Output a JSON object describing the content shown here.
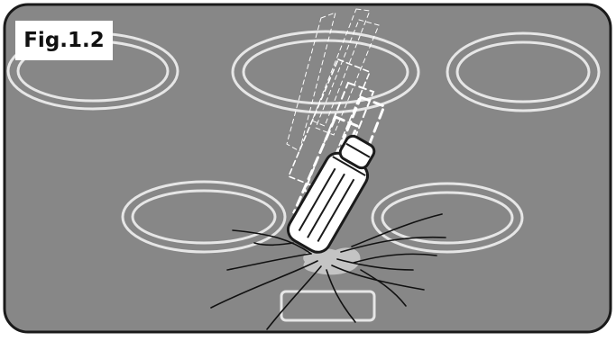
{
  "figure": {
    "label": "Fig.1.2",
    "description_icons": [
      "cooktop-surface",
      "burner-ring",
      "shaker-bottle",
      "crack",
      "control-panel"
    ]
  },
  "colors": {
    "cooktop": "#878787",
    "ring": "#e6e6e6",
    "bottle": "#ffffff",
    "outline": "#1a1a1a",
    "spill": "#c4c4c4"
  }
}
